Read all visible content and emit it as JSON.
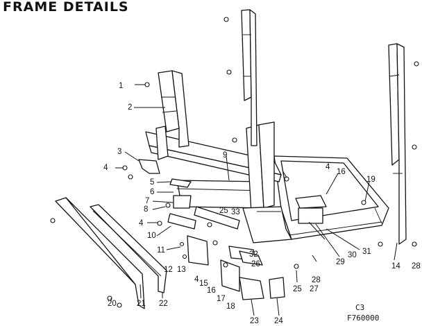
{
  "title": "FRAME DETAILS",
  "callouts": [
    "1",
    "2",
    "3",
    "4",
    "5",
    "6",
    "7",
    "8",
    "4",
    "10",
    "11",
    "12",
    "13",
    "4",
    "15",
    "16",
    "17",
    "18",
    "9",
    "25",
    "33",
    "32",
    "26",
    "4",
    "16",
    "19",
    "29",
    "30",
    "31",
    "14",
    "28",
    "28",
    "27",
    "25",
    "24",
    "23",
    "20",
    "21",
    "22"
  ],
  "footer": {
    "code1": "C3",
    "code2": "F760000"
  }
}
